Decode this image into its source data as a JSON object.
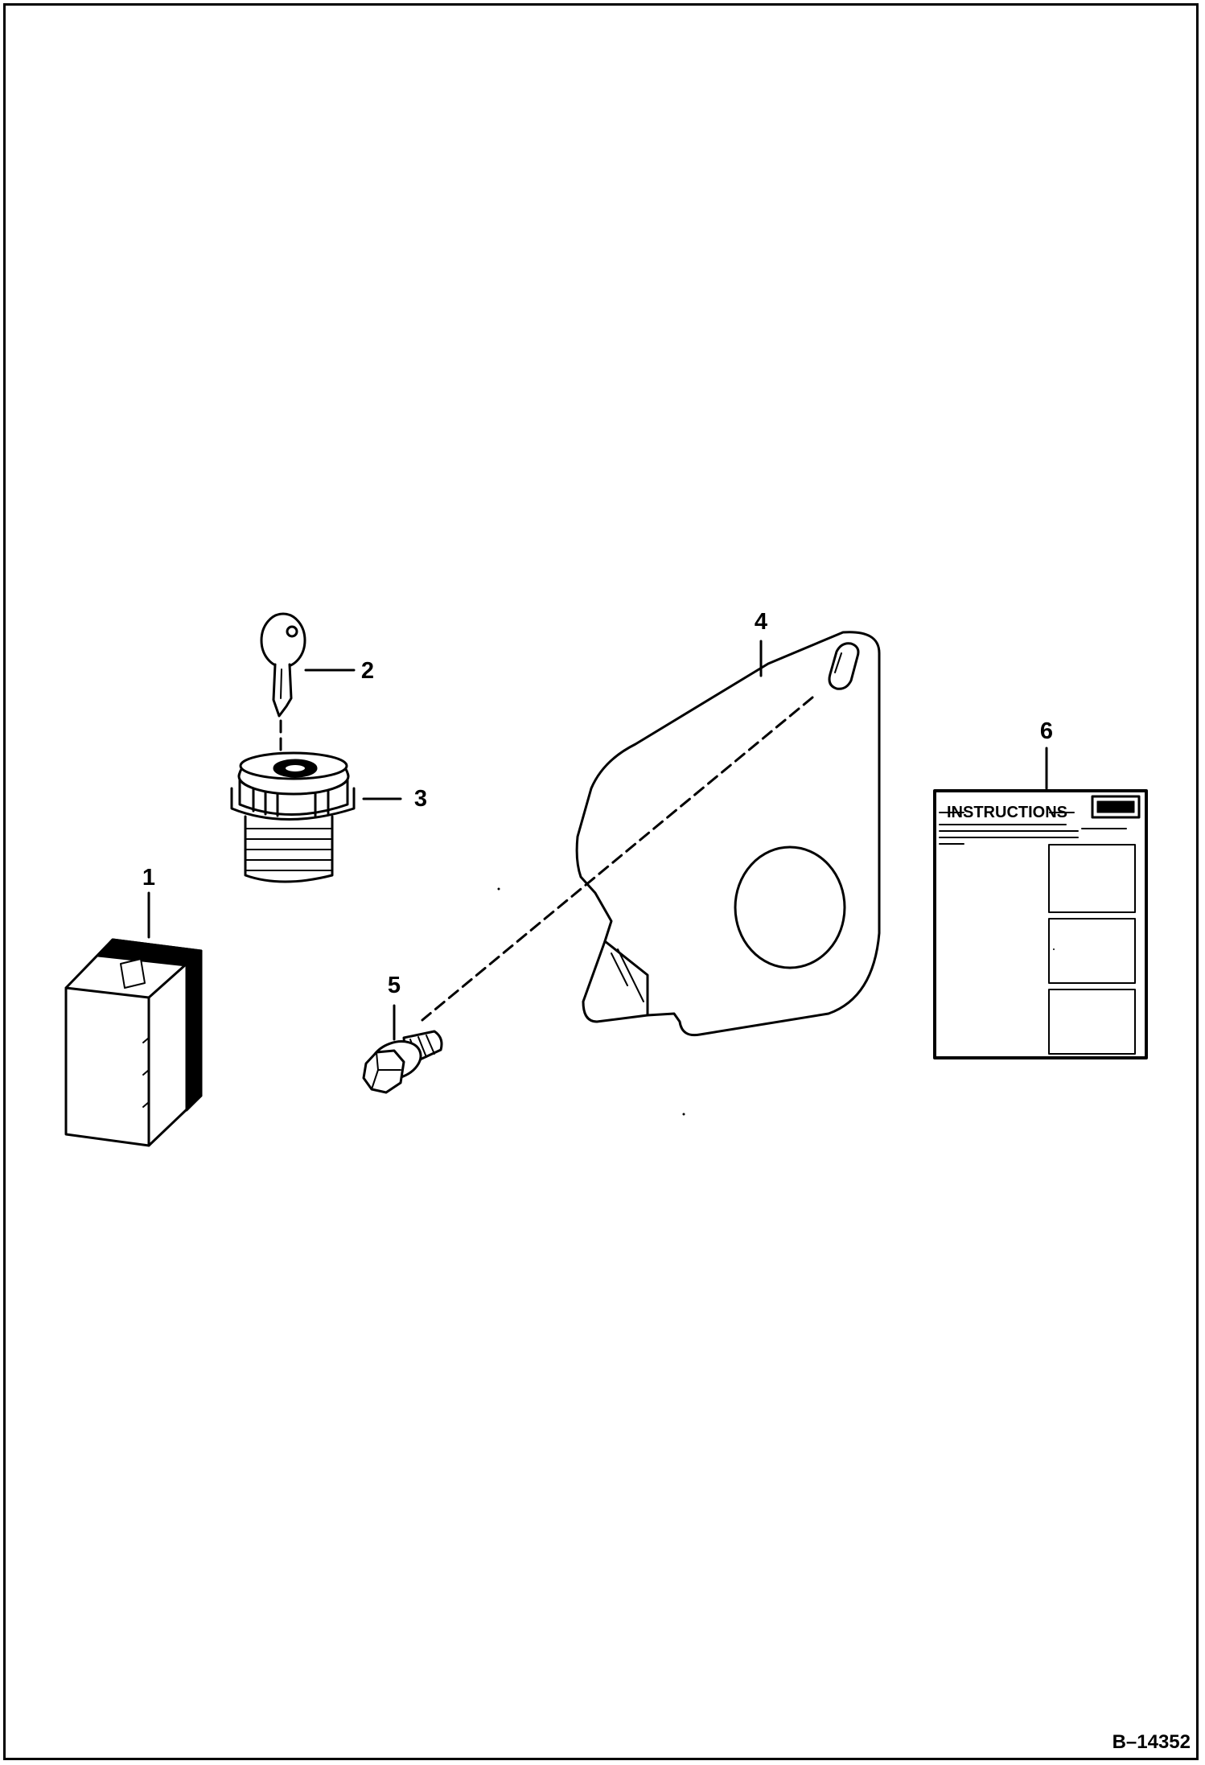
{
  "diagram": {
    "callouts": [
      {
        "id": "1",
        "label": "1"
      },
      {
        "id": "2",
        "label": "2"
      },
      {
        "id": "3",
        "label": "3"
      },
      {
        "id": "4",
        "label": "4"
      },
      {
        "id": "5",
        "label": "5"
      },
      {
        "id": "6",
        "label": "6"
      }
    ],
    "instructions_sheet": {
      "heading": "INSTRUCTIONS"
    },
    "document_number": "B–14352"
  }
}
